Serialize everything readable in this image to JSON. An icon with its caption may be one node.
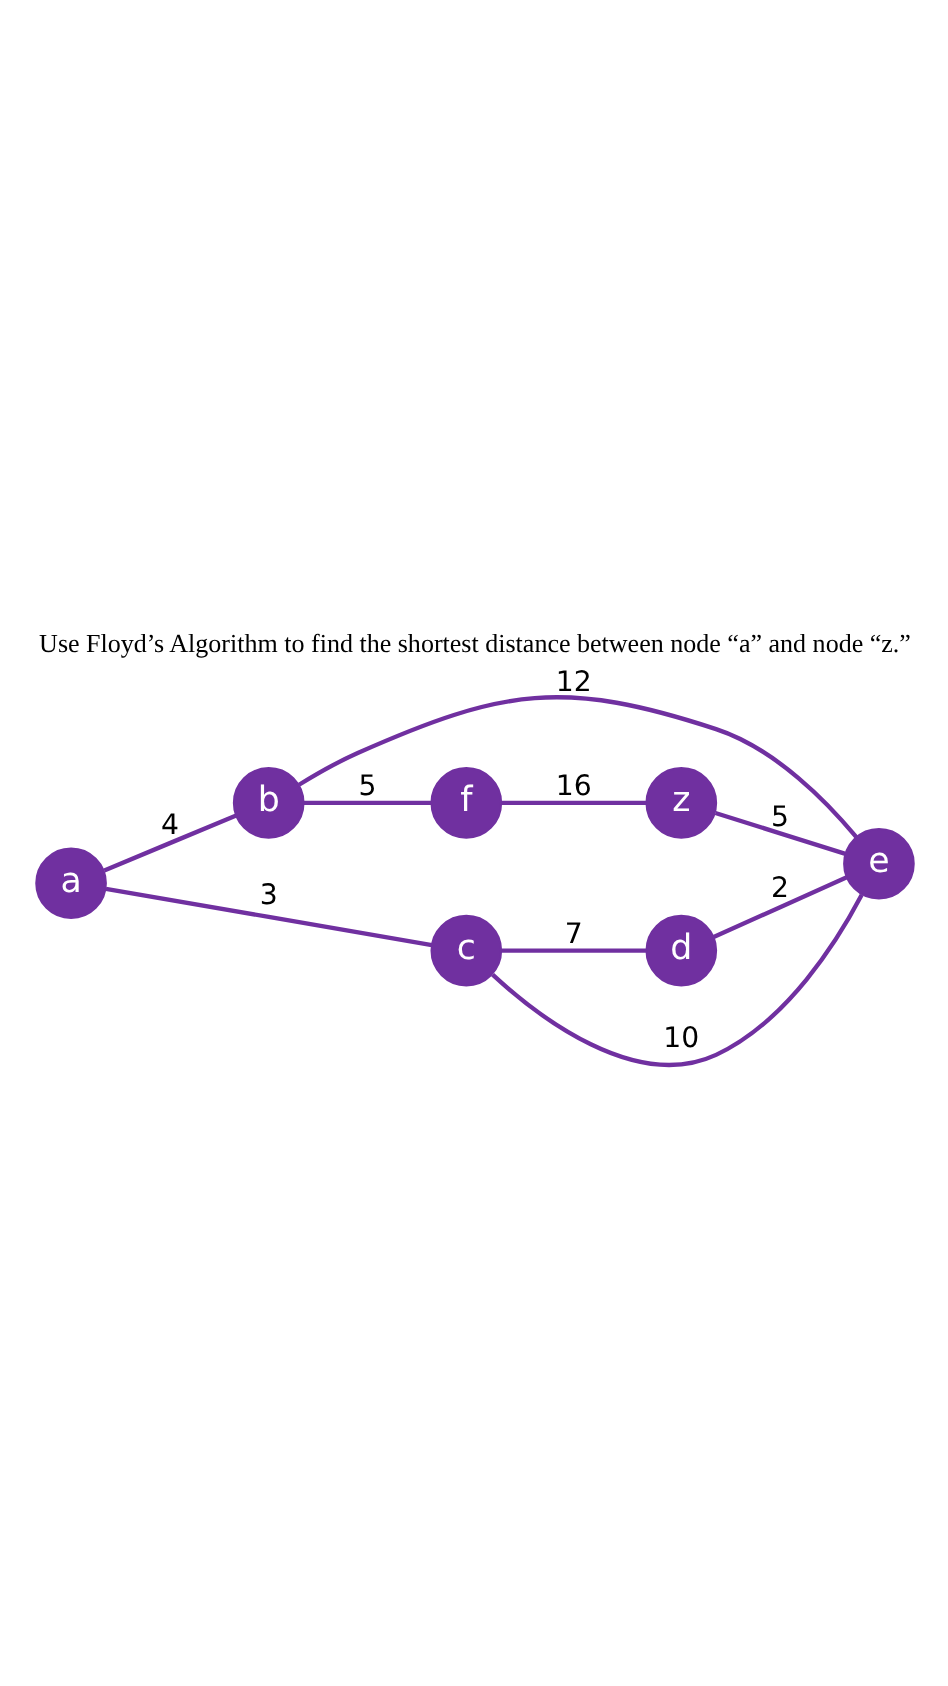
{
  "diagram": {
    "title": "Use Floyd’s Algorithm to find the shortest distance between node “a” and node “z.”",
    "nodes": [
      {
        "text": [
          "a"
        ]
      },
      {
        "text": [
          "b"
        ]
      },
      {
        "text": [
          "c"
        ]
      },
      {
        "text": [
          "d"
        ]
      },
      {
        "text": [
          "e"
        ]
      },
      {
        "text": [
          "f"
        ]
      },
      {
        "text": [
          "z"
        ]
      }
    ],
    "edges": [
      {
        "from": 0,
        "to": 1,
        "arrow": "none",
        "label": "4"
      },
      {
        "from": 0,
        "to": 2,
        "arrow": "none",
        "label": "3"
      },
      {
        "from": 1,
        "to": 5,
        "arrow": "none",
        "label": "5"
      },
      {
        "from": 1,
        "to": 4,
        "arrow": "none",
        "label": "12"
      },
      {
        "from": 5,
        "to": 6,
        "arrow": "none",
        "label": "16"
      },
      {
        "from": 6,
        "to": 4,
        "arrow": "none",
        "label": "5"
      },
      {
        "from": 2,
        "to": 4,
        "arrow": "none",
        "label": "10"
      },
      {
        "from": 2,
        "to": 3,
        "arrow": "none",
        "label": "7"
      },
      {
        "from": 3,
        "to": 4,
        "arrow": "none",
        "label": "2"
      }
    ]
  }
}
